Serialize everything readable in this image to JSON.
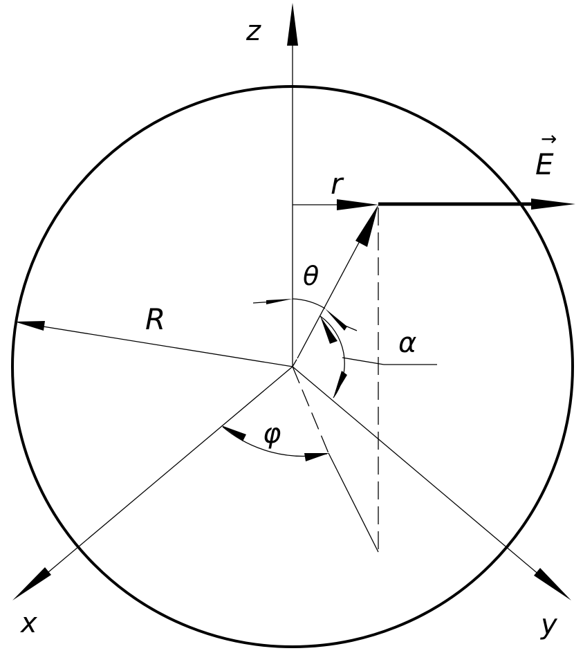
{
  "labels": {
    "axis_z": "z",
    "axis_x": "x",
    "axis_y": "y",
    "radius": "R",
    "r": "r",
    "theta": "θ",
    "alpha": "α",
    "phi": "φ",
    "field": "E",
    "field_arrow": "→"
  }
}
